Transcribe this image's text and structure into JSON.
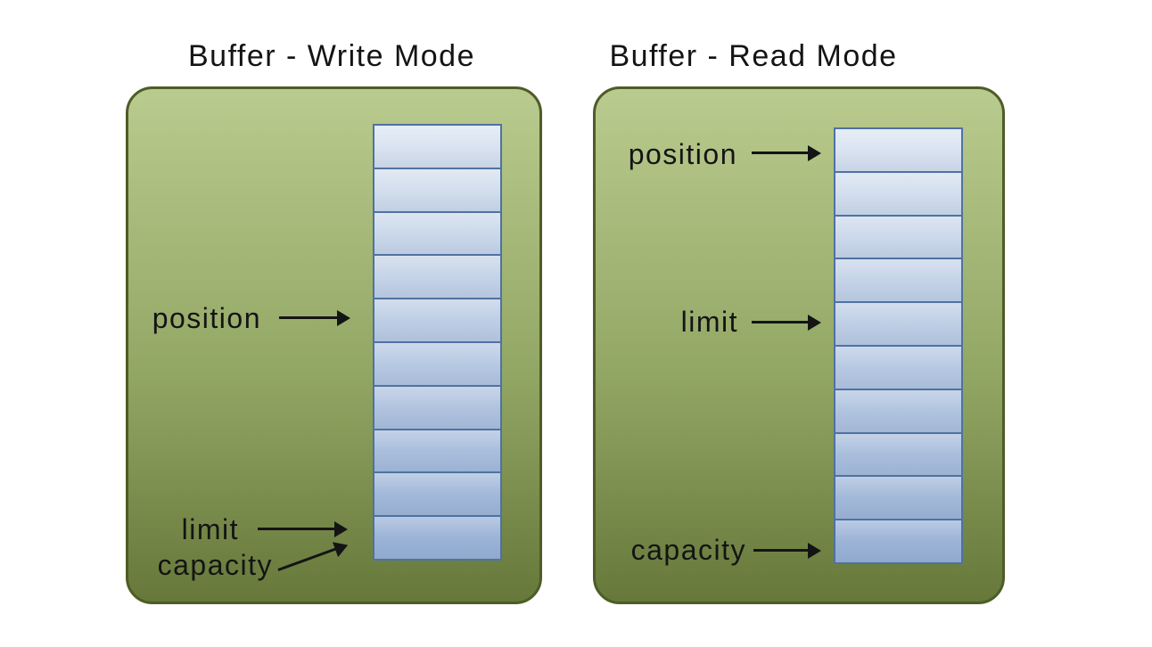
{
  "diagrams": [
    {
      "title": "Buffer - Write Mode",
      "cell_count": 10,
      "labels": [
        {
          "text": "position",
          "target_cell": 5,
          "arrow": "horizontal"
        },
        {
          "text": "limit",
          "target_cell": 10,
          "arrow": "horizontal"
        },
        {
          "text": "capacity",
          "target_cell": 10,
          "arrow": "diagonal-up"
        }
      ]
    },
    {
      "title": "Buffer - Read Mode",
      "cell_count": 10,
      "labels": [
        {
          "text": "position",
          "target_cell": 1,
          "arrow": "horizontal"
        },
        {
          "text": "limit",
          "target_cell": 5,
          "arrow": "horizontal"
        },
        {
          "text": "capacity",
          "target_cell": 10,
          "arrow": "horizontal"
        }
      ]
    }
  ],
  "colors": {
    "background": "#ffffff",
    "panel_top": "#b9cb8e",
    "panel_bottom": "#66783a",
    "panel_border": "#4e5c26",
    "cell_top": "#dde6f2",
    "cell_bottom": "#98b1d5",
    "cell_border": "#4f72a2",
    "text": "#141414",
    "arrow": "#141414"
  }
}
